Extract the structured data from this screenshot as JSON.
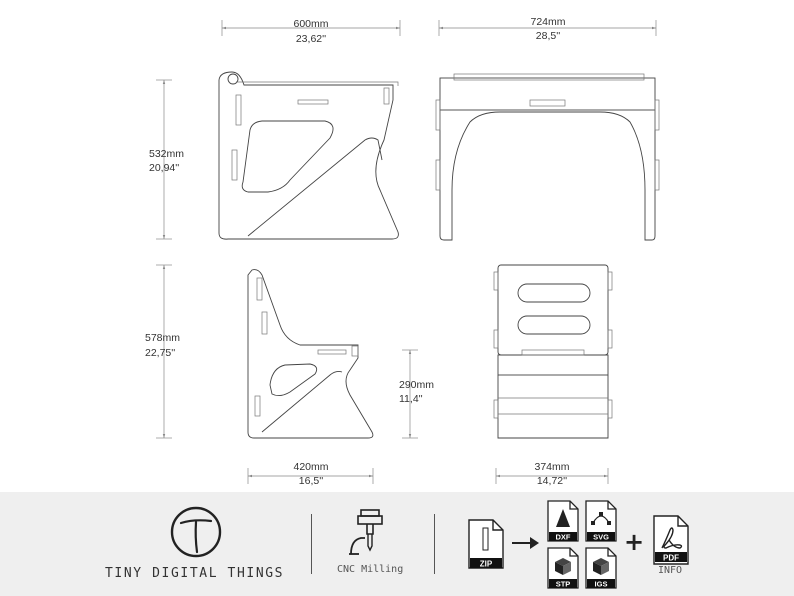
{
  "dimensions": {
    "desk_width": {
      "mm": "600mm",
      "in": "23,62''"
    },
    "desk_depth": {
      "mm": "724mm",
      "in": "28,5''"
    },
    "desk_height": {
      "mm": "532mm",
      "in": "20,94''"
    },
    "chair_height": {
      "mm": "578mm",
      "in": "22,75''"
    },
    "seat_height": {
      "mm": "290mm",
      "in": "11,4''"
    },
    "chair_width": {
      "mm": "420mm",
      "in": "16,5''"
    },
    "chair_depth": {
      "mm": "374mm",
      "in": "14,72''"
    }
  },
  "footer": {
    "brand_name": "TINY DIGITAL THINGS",
    "brand_logo_letter": "T",
    "process_label": "CNC Milling",
    "zip_label": "ZIP",
    "formats": [
      "DXF",
      "SVG",
      "STP",
      "IGS"
    ],
    "pdf_label": "PDF",
    "info_label": "INFO",
    "plus_sign": "+"
  }
}
